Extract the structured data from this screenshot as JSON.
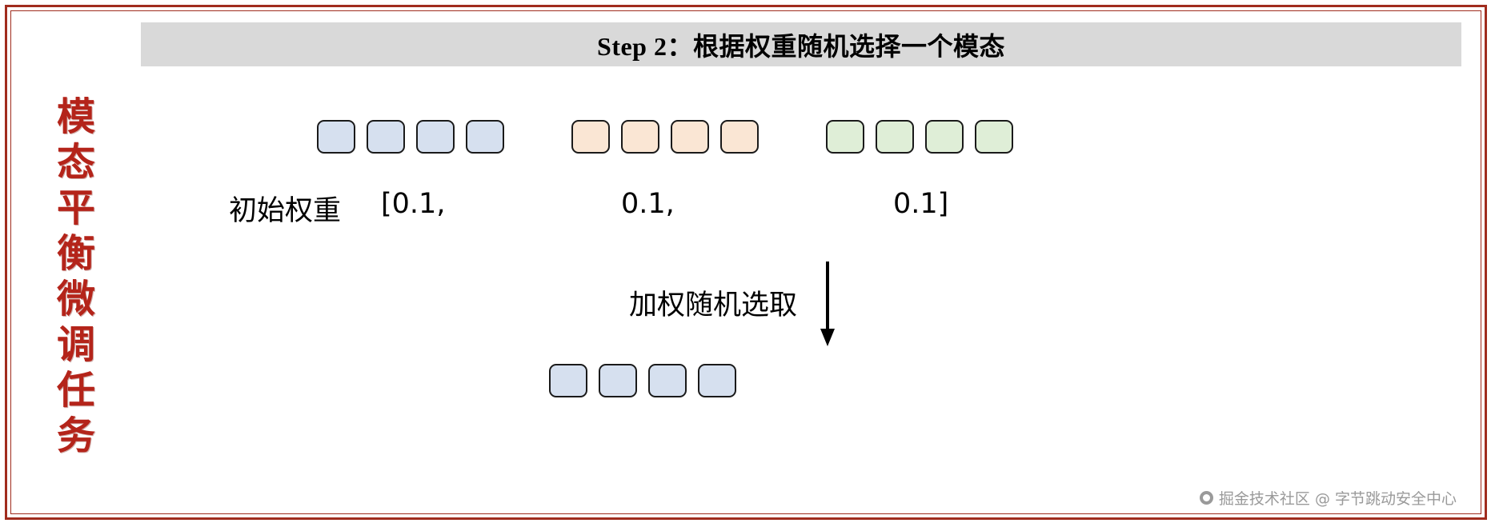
{
  "slide": {
    "frame_color": "#a02c1e",
    "title": "Step 2：根据权重随机选择一个模态",
    "title_bar_color": "#d9d9d9",
    "vertical_label": {
      "text": "模态平衡微调任务",
      "color": "#b4241a",
      "chars": [
        "模",
        "态",
        "平",
        "衡",
        "微",
        "调",
        "任",
        "务"
      ]
    }
  },
  "diagram": {
    "modality_groups": [
      {
        "name": "modality-group-blue",
        "fill": "#d6e0ef",
        "stroke": "#1a1a1a",
        "token_count": 4,
        "weight_label": "[0.1,"
      },
      {
        "name": "modality-group-peach",
        "fill": "#fae6d4",
        "stroke": "#1a1a1a",
        "token_count": 4,
        "weight_label": "0.1,"
      },
      {
        "name": "modality-group-green",
        "fill": "#dfeed7",
        "stroke": "#1a1a1a",
        "token_count": 4,
        "weight_label": "0.1]"
      }
    ],
    "weights_caption": "初始权重",
    "arrow_caption": "加权随机选取",
    "selected_group": {
      "name": "selected-modality-group",
      "fill": "#d6e0ef",
      "stroke": "#1a1a1a",
      "token_count": 4
    }
  },
  "watermark": {
    "text": "掘金技术社区 @ 字节跳动安全中心"
  }
}
